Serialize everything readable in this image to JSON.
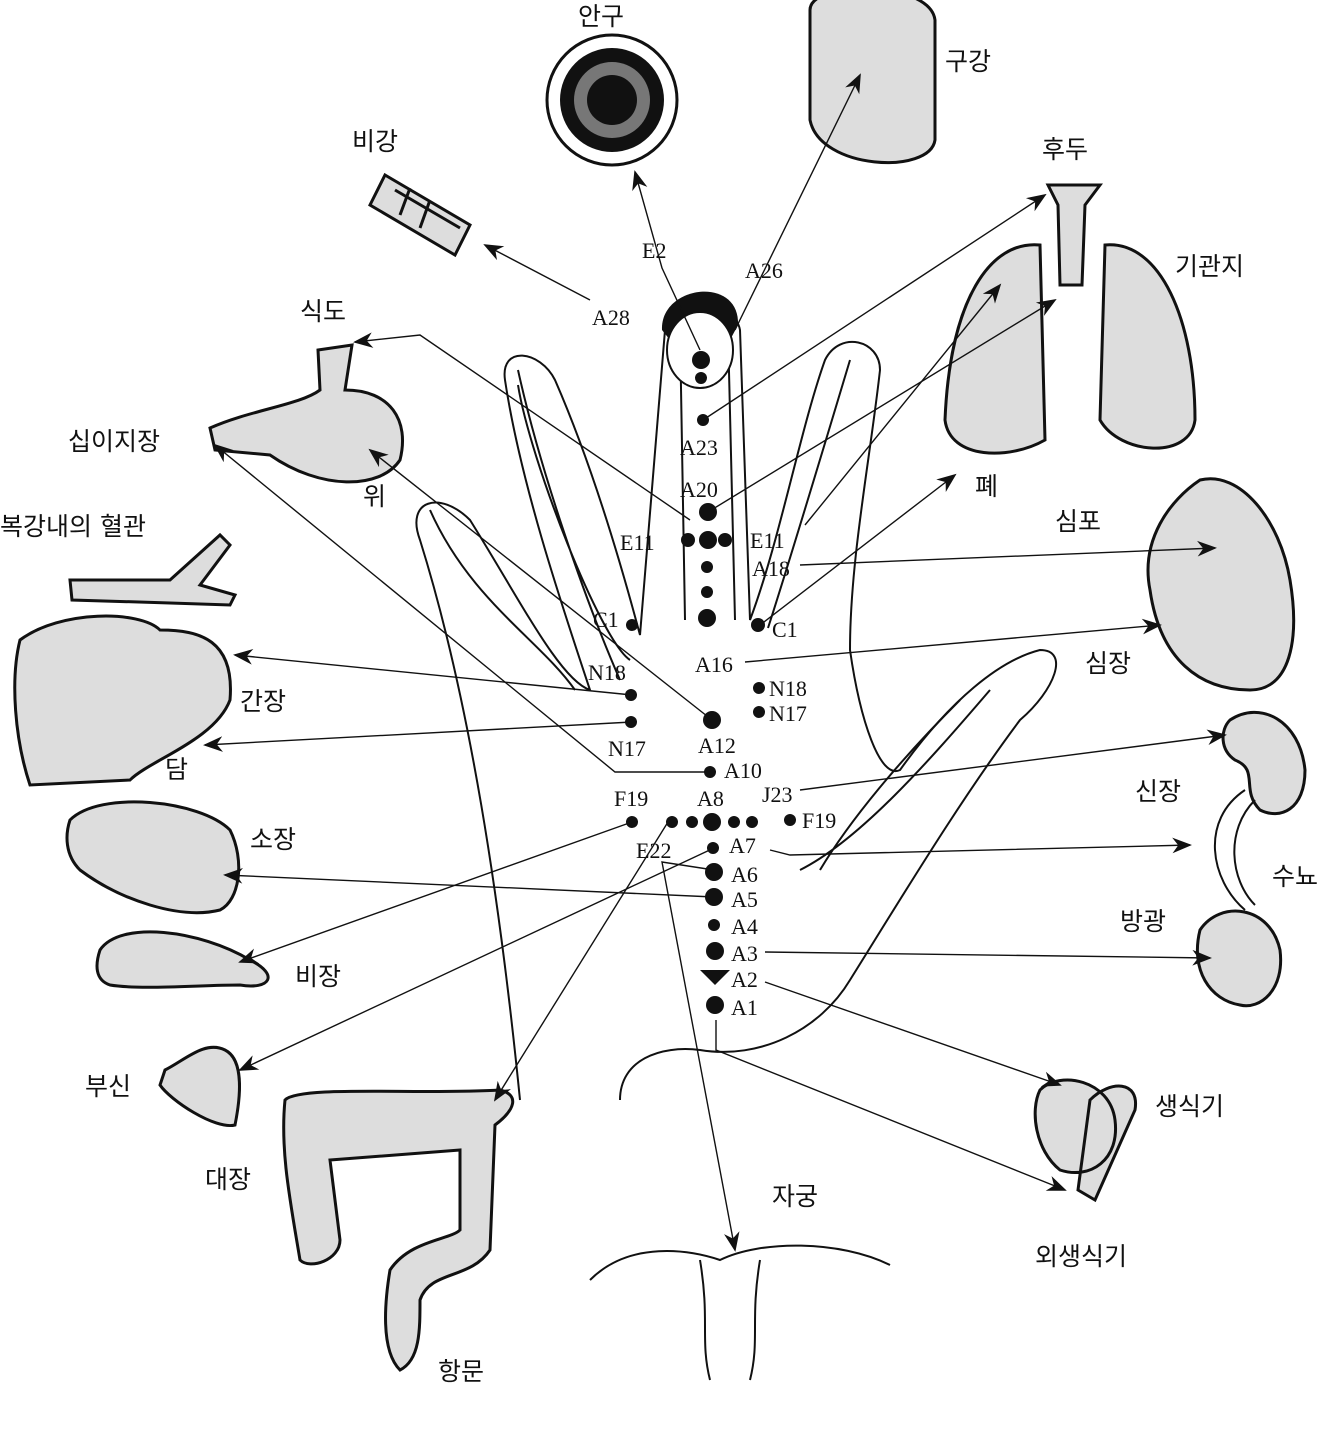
{
  "title": "수지침 상응 요법 도해",
  "organs": {
    "eye": "안구",
    "mouth": "구강",
    "nose": "비강",
    "throat": "후두",
    "bronchi": "기관지",
    "esophagus": "식도",
    "duodenum": "십이지장",
    "stomach": "위",
    "abdominal_vessels": "복강내의 혈관",
    "lung": "폐",
    "pericardium": "심포",
    "heart": "심장",
    "liver": "간장",
    "gallbladder": "담",
    "kidney": "신장",
    "ureter": "수뇨",
    "small_intestine": "소장",
    "spleen": "비장",
    "bladder": "방광",
    "adrenal": "부신",
    "large_intestine": "대장",
    "genitals": "생식기",
    "external_genitals": "외생식기",
    "uterus": "자궁",
    "anus": "항문"
  },
  "points": {
    "E2": "E2",
    "A26": "A26",
    "A28": "A28",
    "A23": "A23",
    "A20": "A20",
    "E11L": "E11",
    "E11R": "E11",
    "A18": "A18",
    "C1L": "C1",
    "C1R": "C1",
    "A16": "A16",
    "N18L": "N18",
    "N18R": "N18",
    "N17L": "N17",
    "N17R": "N17",
    "A12": "A12",
    "A10": "A10",
    "J23": "J23",
    "F19L": "F19",
    "F19R": "F19",
    "A8": "A8",
    "E22": "E22",
    "A7": "A7",
    "A6": "A6",
    "A5": "A5",
    "A4": "A4",
    "A3": "A3",
    "A2": "A2",
    "A1": "A1"
  }
}
